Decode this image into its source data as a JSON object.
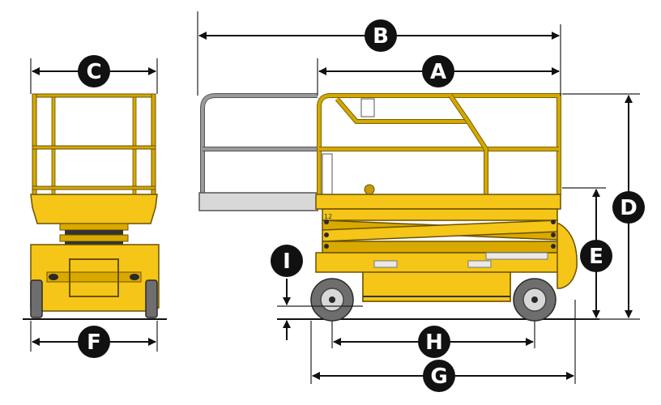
{
  "dimensions": [
    {
      "id": "A",
      "label": "A"
    },
    {
      "id": "B",
      "label": "B"
    },
    {
      "id": "C",
      "label": "C"
    },
    {
      "id": "D",
      "label": "D"
    },
    {
      "id": "E",
      "label": "E"
    },
    {
      "id": "F",
      "label": "F"
    },
    {
      "id": "G",
      "label": "G"
    },
    {
      "id": "H",
      "label": "H"
    },
    {
      "id": "I",
      "label": "I"
    }
  ],
  "colors": {
    "machine_yellow": "#f5c518",
    "outline_dark": "#6b5200",
    "tire_gray": "#6e6e6e",
    "extension_gray": "#9a9a9a",
    "dimension_black": "#111111"
  },
  "badge_number": "12"
}
